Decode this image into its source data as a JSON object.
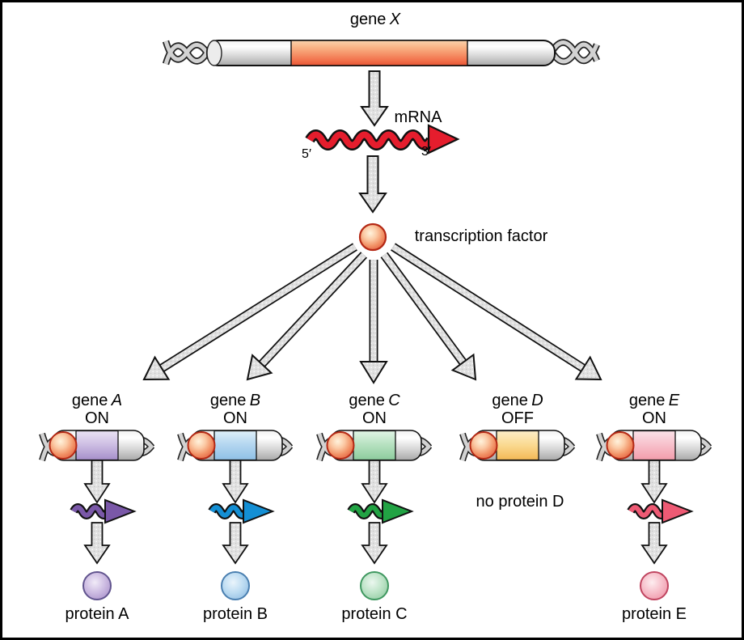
{
  "figure": {
    "gene_x": {
      "prefix": "gene",
      "letter": "X"
    },
    "mrna_label": "mRNA",
    "five_prime": "5′",
    "three_prime": "3′",
    "tf_label": "transcription factor",
    "mrna_color": "#e51d2d",
    "tf_fill_color": "#f29468",
    "tf_border_color": "#b42814",
    "dna_gray_color": "#d9d9d9",
    "gene_x_segment_color": "#f4835c"
  },
  "genes": [
    {
      "prefix": "gene",
      "letter": "A",
      "status": "ON",
      "protein": "protein A",
      "gene_color": "#cfc0e4",
      "rna_color": "#7a58a8",
      "protein_color": "#c9b5e0",
      "protein_border": "#61548e"
    },
    {
      "prefix": "gene",
      "letter": "B",
      "status": "ON",
      "protein": "protein B",
      "gene_color": "#b5d7f0",
      "rna_color": "#148fd4",
      "protein_color": "#abd0ec",
      "protein_border": "#4a7fb0"
    },
    {
      "prefix": "gene",
      "letter": "C",
      "status": "ON",
      "protein": "protein C",
      "gene_color": "#b8e2c2",
      "rna_color": "#22a344",
      "protein_color": "#aaddb8",
      "protein_border": "#3f9860"
    },
    {
      "prefix": "gene",
      "letter": "D",
      "status": "OFF",
      "no_protein": "no protein D",
      "gene_color": "#fad98f"
    },
    {
      "prefix": "gene",
      "letter": "E",
      "status": "ON",
      "protein": "protein E",
      "gene_color": "#f7bfca",
      "rna_color": "#ee5a74",
      "protein_color": "#f5afbe",
      "protein_border": "#c04560"
    }
  ]
}
